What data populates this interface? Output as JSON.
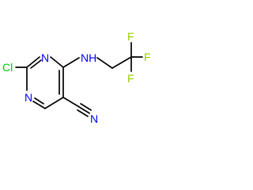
{
  "molecule": {
    "atoms": [
      {
        "id": "cl",
        "label": "Cl"
      },
      {
        "id": "n3",
        "label": "N"
      },
      {
        "id": "nh",
        "label": "NH"
      },
      {
        "id": "n1",
        "label": "N"
      },
      {
        "id": "nc",
        "label": "N"
      },
      {
        "id": "f1",
        "label": "F"
      },
      {
        "id": "f2",
        "label": "F"
      },
      {
        "id": "f3",
        "label": "F"
      }
    ]
  },
  "colors": {
    "carbon_bond": "#000000",
    "nitrogen": "#0000ff",
    "chlorine": "#00cc00",
    "fluorine": "#99cc00",
    "background": "#ffffff"
  }
}
